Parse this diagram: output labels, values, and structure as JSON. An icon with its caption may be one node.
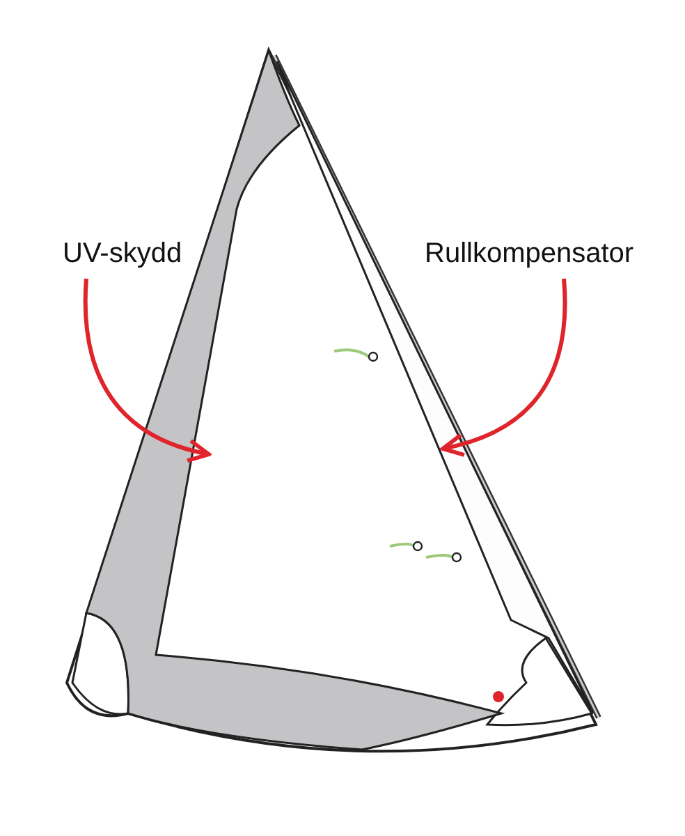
{
  "diagram": {
    "nodes": [
      {
        "text": [
          "UV-skydd"
        ]
      },
      {
        "text": [
          "Rullkompensator"
        ]
      },
      {
        "text": [],
        "shape": "bar"
      },
      {
        "text": [],
        "shape": "bar"
      }
    ],
    "edges": [
      {
        "from": 0,
        "to": 2,
        "arrow": "to",
        "color": "#e0242b"
      },
      {
        "from": 1,
        "to": 3,
        "arrow": "to",
        "color": "#e0242b"
      }
    ]
  }
}
